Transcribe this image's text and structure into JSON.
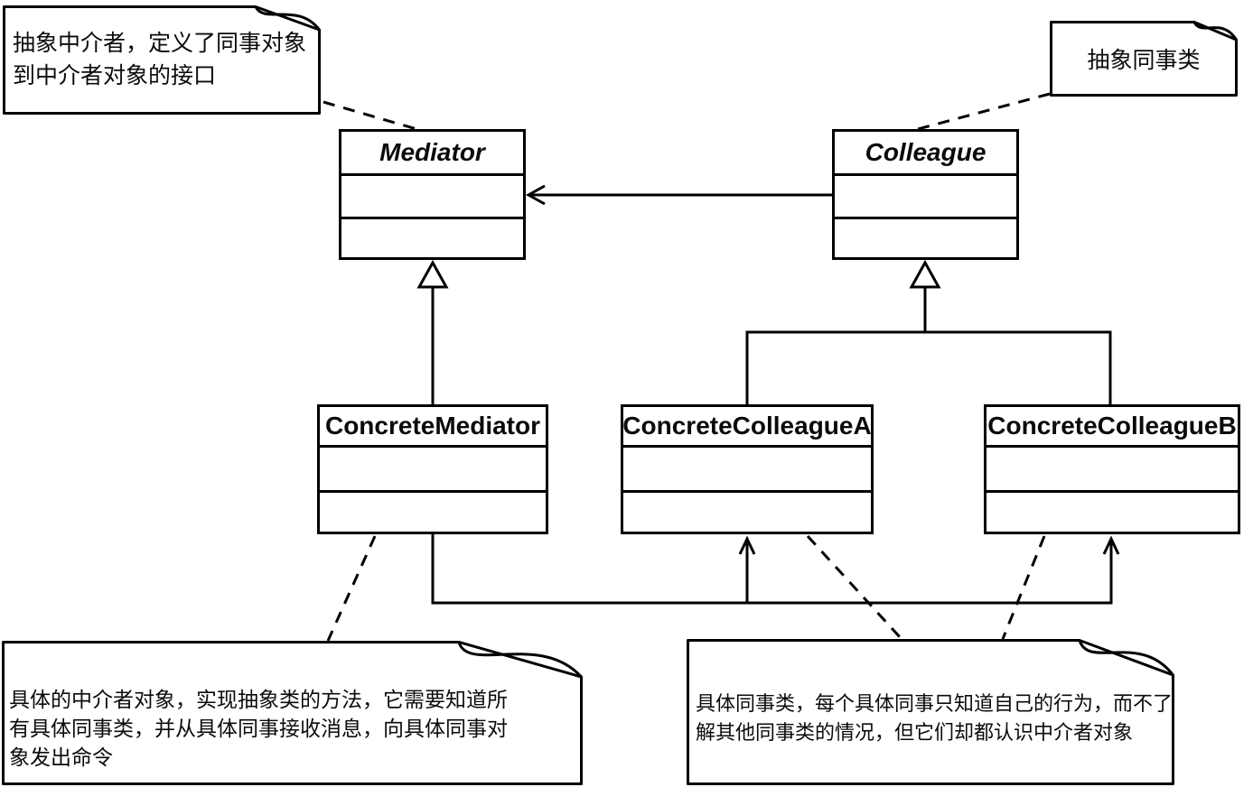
{
  "diagram_type": "uml-class-diagram",
  "classes": {
    "mediator": {
      "name": "Mediator",
      "abstract": true
    },
    "colleague": {
      "name": "Colleague",
      "abstract": true
    },
    "concrete_mediator": {
      "name": "ConcreteMediator",
      "abstract": false
    },
    "concrete_colleague_a": {
      "name": "ConcreteColleagueA",
      "abstract": false
    },
    "concrete_colleague_b": {
      "name": "ConcreteColleagueB",
      "abstract": false
    }
  },
  "notes": {
    "abstract_mediator": {
      "text": "抽象中介者，定义了同事对象\n到中介者对象的接口"
    },
    "abstract_colleague": {
      "text": "抽象同事类"
    },
    "concrete_mediator": {
      "text": "具体的中介者对象，实现抽象类的方法，它需要知道所\n有具体同事类，并从具体同事接收消息，向具体同事对\n象发出命令"
    },
    "concrete_colleagues": {
      "text": "具体同事类，每个具体同事只知道自己的行为，而不了\n解其他同事类的情况，但它们却都认识中介者对象"
    }
  },
  "relationships": [
    {
      "type": "association",
      "from": "Colleague",
      "to": "Mediator"
    },
    {
      "type": "inheritance",
      "from": "ConcreteMediator",
      "to": "Mediator"
    },
    {
      "type": "inheritance",
      "from": "ConcreteColleagueA",
      "to": "Colleague"
    },
    {
      "type": "inheritance",
      "from": "ConcreteColleagueB",
      "to": "Colleague"
    },
    {
      "type": "association",
      "from": "ConcreteMediator",
      "to": "ConcreteColleagueA"
    },
    {
      "type": "association",
      "from": "ConcreteMediator",
      "to": "ConcreteColleagueB"
    }
  ],
  "colors": {
    "stroke": "#000000",
    "fill": "#ffffff",
    "background": "#ffffff"
  }
}
